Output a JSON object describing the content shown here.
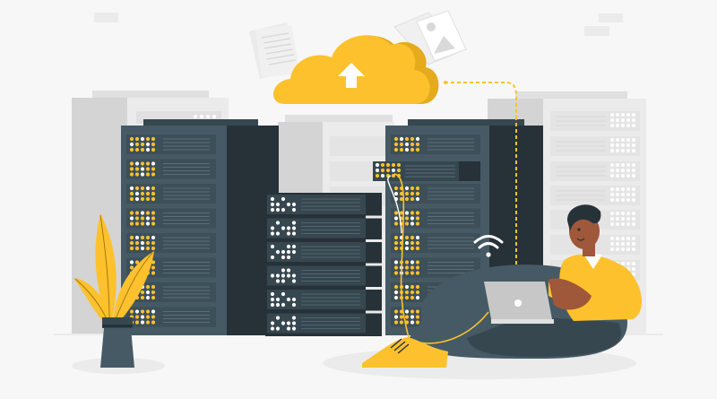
{
  "illustration": {
    "title": "Cloud data upload from server room",
    "description": "A person sitting on a bean bag with a laptop, connected by cables to server racks, uploading files to a yellow cloud"
  },
  "colors": {
    "background": "#f7f7f7",
    "accent_yellow": "#fcc12d",
    "accent_yellow_dark": "#e5ab1c",
    "server_slate": "#455a64",
    "server_slate_light": "#50646e",
    "server_dark": "#263238",
    "bg_rack_gray": "#d4d4d4",
    "bg_rack_light": "#ebebeb",
    "bg_rack_lighter": "#e4e4e4",
    "skin": "#a0583a",
    "hair": "#263238",
    "laptop": "#c7c7c7",
    "led_white": "#ffffff",
    "floor_shadow": "#ebebeb"
  },
  "elements": {
    "cloud": {
      "icon": "upload-arrow-icon",
      "label": "Cloud upload"
    },
    "documents": {
      "icon": "document-icon",
      "label": "Documents"
    },
    "photo": {
      "icon": "image-icon",
      "label": "Image file"
    },
    "wifi": {
      "icon": "wifi-icon",
      "label": "Wi-Fi signal"
    },
    "plant": {
      "icon": "plant-icon",
      "label": "Potted plant"
    },
    "person": {
      "label": "Person using laptop"
    },
    "laptop": {
      "icon": "laptop-icon",
      "label": "Laptop"
    }
  }
}
